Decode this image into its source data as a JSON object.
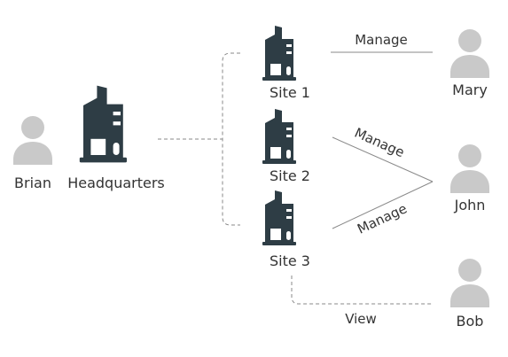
{
  "colors": {
    "building": "#2e3d45",
    "person": "#c9c9c9",
    "line": "#8a8a8a",
    "text": "#333333",
    "background": "#ffffff"
  },
  "icons": {
    "building": "building-icon",
    "person": "person-icon"
  },
  "people": [
    {
      "id": "brian",
      "name": "Brian"
    },
    {
      "id": "mary",
      "name": "Mary"
    },
    {
      "id": "john",
      "name": "John"
    },
    {
      "id": "bob",
      "name": "Bob"
    }
  ],
  "buildings": [
    {
      "id": "headquarters",
      "name": "Headquarters"
    },
    {
      "id": "site-1",
      "name": "Site 1"
    },
    {
      "id": "site-2",
      "name": "Site 2"
    },
    {
      "id": "site-3",
      "name": "Site 3"
    }
  ],
  "edges": [
    {
      "id": "mary-site1",
      "label": "Manage",
      "style": "solid"
    },
    {
      "id": "john-site2",
      "label": "Manage",
      "style": "solid"
    },
    {
      "id": "john-site3",
      "label": "Manage",
      "style": "solid"
    },
    {
      "id": "bob-site3",
      "label": "View",
      "style": "dashed"
    }
  ]
}
